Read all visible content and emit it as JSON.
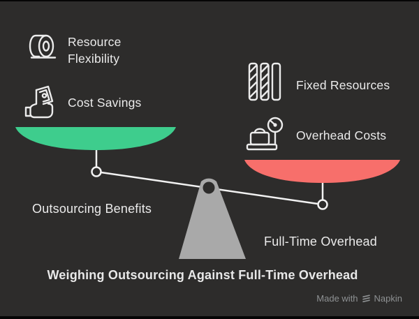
{
  "title": "Weighing Outsourcing Against Full-Time Overhead",
  "left_pan": {
    "pan_label": "Outsourcing Benefits",
    "items": [
      {
        "icon": "roll-icon",
        "label": "Resource Flexibility"
      },
      {
        "icon": "cash-in-hand-icon",
        "label": "Cost Savings"
      }
    ]
  },
  "right_pan": {
    "pan_label": "Full-Time Overhead",
    "items": [
      {
        "icon": "hatched-columns-icon",
        "label": "Fixed Resources"
      },
      {
        "icon": "weighing-scale-icon",
        "label": "Overhead Costs"
      }
    ]
  },
  "watermark": {
    "prefix": "Made with",
    "brand": "Napkin"
  },
  "colors": {
    "background": "#2d2c2b",
    "green_pan": "#3ecd8d",
    "red_pan": "#f76f6b",
    "fulcrum_gray": "#a9a9a9",
    "beam_white": "#f2f2f2",
    "text": "#ebebeb",
    "watermark_gray": "#8e9193",
    "edge_black": "#050505"
  }
}
